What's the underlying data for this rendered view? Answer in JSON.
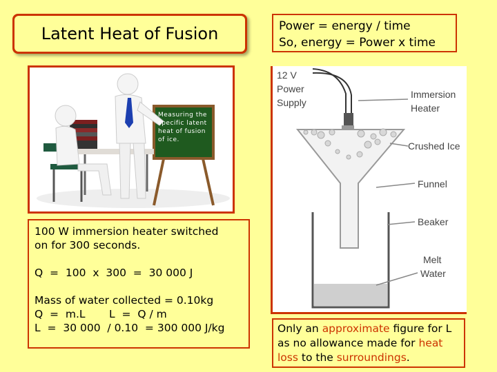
{
  "title": "Latent Heat of Fusion",
  "formula": {
    "line1": "Power  =  energy / time",
    "line2": "So, energy = Power x time"
  },
  "picture": {
    "board_caption": "Measuring the specific latent heat of fusion of ice."
  },
  "calculation": {
    "line1": "100 W immersion heater switched",
    "line2": "on for 300 seconds.",
    "line3": "Q  =  100  x  300  =  30 000 J",
    "line4": "Mass of water collected = 0.10kg",
    "line5": "Q  =  m.L       L  =  Q / m",
    "line6": "L  =  30 000  / 0.10  = 300 000 J/kg"
  },
  "apparatus": {
    "supply": [
      "12 V",
      "Power",
      "Supply"
    ],
    "heater": [
      "Immersion",
      "Heater"
    ],
    "ice": "Crushed Ice",
    "funnel": "Funnel",
    "beaker": "Beaker",
    "water": [
      "Melt",
      "Water"
    ]
  },
  "note": {
    "part1": "Only an ",
    "part2": "approximate",
    "part3": " figure for L as no allowance made for ",
    "part4": "heat loss",
    "part5": " to the ",
    "part6": "surroundings",
    "part7": "."
  },
  "colors": {
    "background": "#ffff99",
    "accent": "#cc3300",
    "board": "#1f5a1f"
  }
}
